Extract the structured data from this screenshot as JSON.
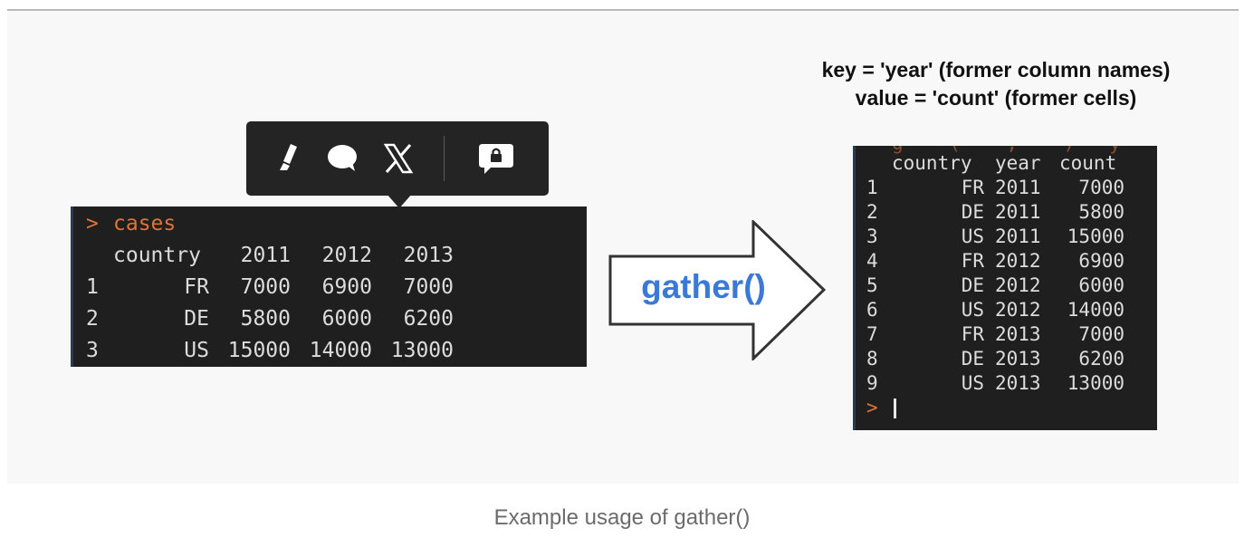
{
  "caption": "Example usage of gather()",
  "annotation": {
    "line1": "key = 'year' (former column names)",
    "line2": "value = 'count' (former cells)"
  },
  "arrow_label": "gather()",
  "toolbar": {
    "items": [
      "highlight-icon",
      "comment-icon",
      "x-share-icon",
      "private-note-icon"
    ]
  },
  "left_console": {
    "prompt": ">",
    "command": "cases",
    "headers": [
      "country",
      "2011",
      "2012",
      "2013"
    ],
    "rows": [
      [
        "1",
        "FR",
        "7000",
        "6900",
        "7000"
      ],
      [
        "2",
        "DE",
        "5800",
        "6000",
        "6200"
      ],
      [
        "3",
        "US",
        "15000",
        "14000",
        "13000"
      ]
    ]
  },
  "right_console": {
    "headers": [
      "country",
      "year",
      "count"
    ],
    "rows": [
      [
        "1",
        "FR",
        "2011",
        "7000"
      ],
      [
        "2",
        "DE",
        "2011",
        "5800"
      ],
      [
        "3",
        "US",
        "2011",
        "15000"
      ],
      [
        "4",
        "FR",
        "2012",
        "6900"
      ],
      [
        "5",
        "DE",
        "2012",
        "6000"
      ],
      [
        "6",
        "US",
        "2012",
        "14000"
      ],
      [
        "7",
        "FR",
        "2013",
        "7000"
      ],
      [
        "8",
        "DE",
        "2013",
        "6200"
      ],
      [
        "9",
        "US",
        "2013",
        "13000"
      ]
    ],
    "prompt": ">"
  },
  "colors": {
    "prompt_orange": "#e0733a",
    "console_bg": "#1e1f1e",
    "arrow_label_blue": "#3a79d6",
    "toolbar_bg": "#242424"
  }
}
